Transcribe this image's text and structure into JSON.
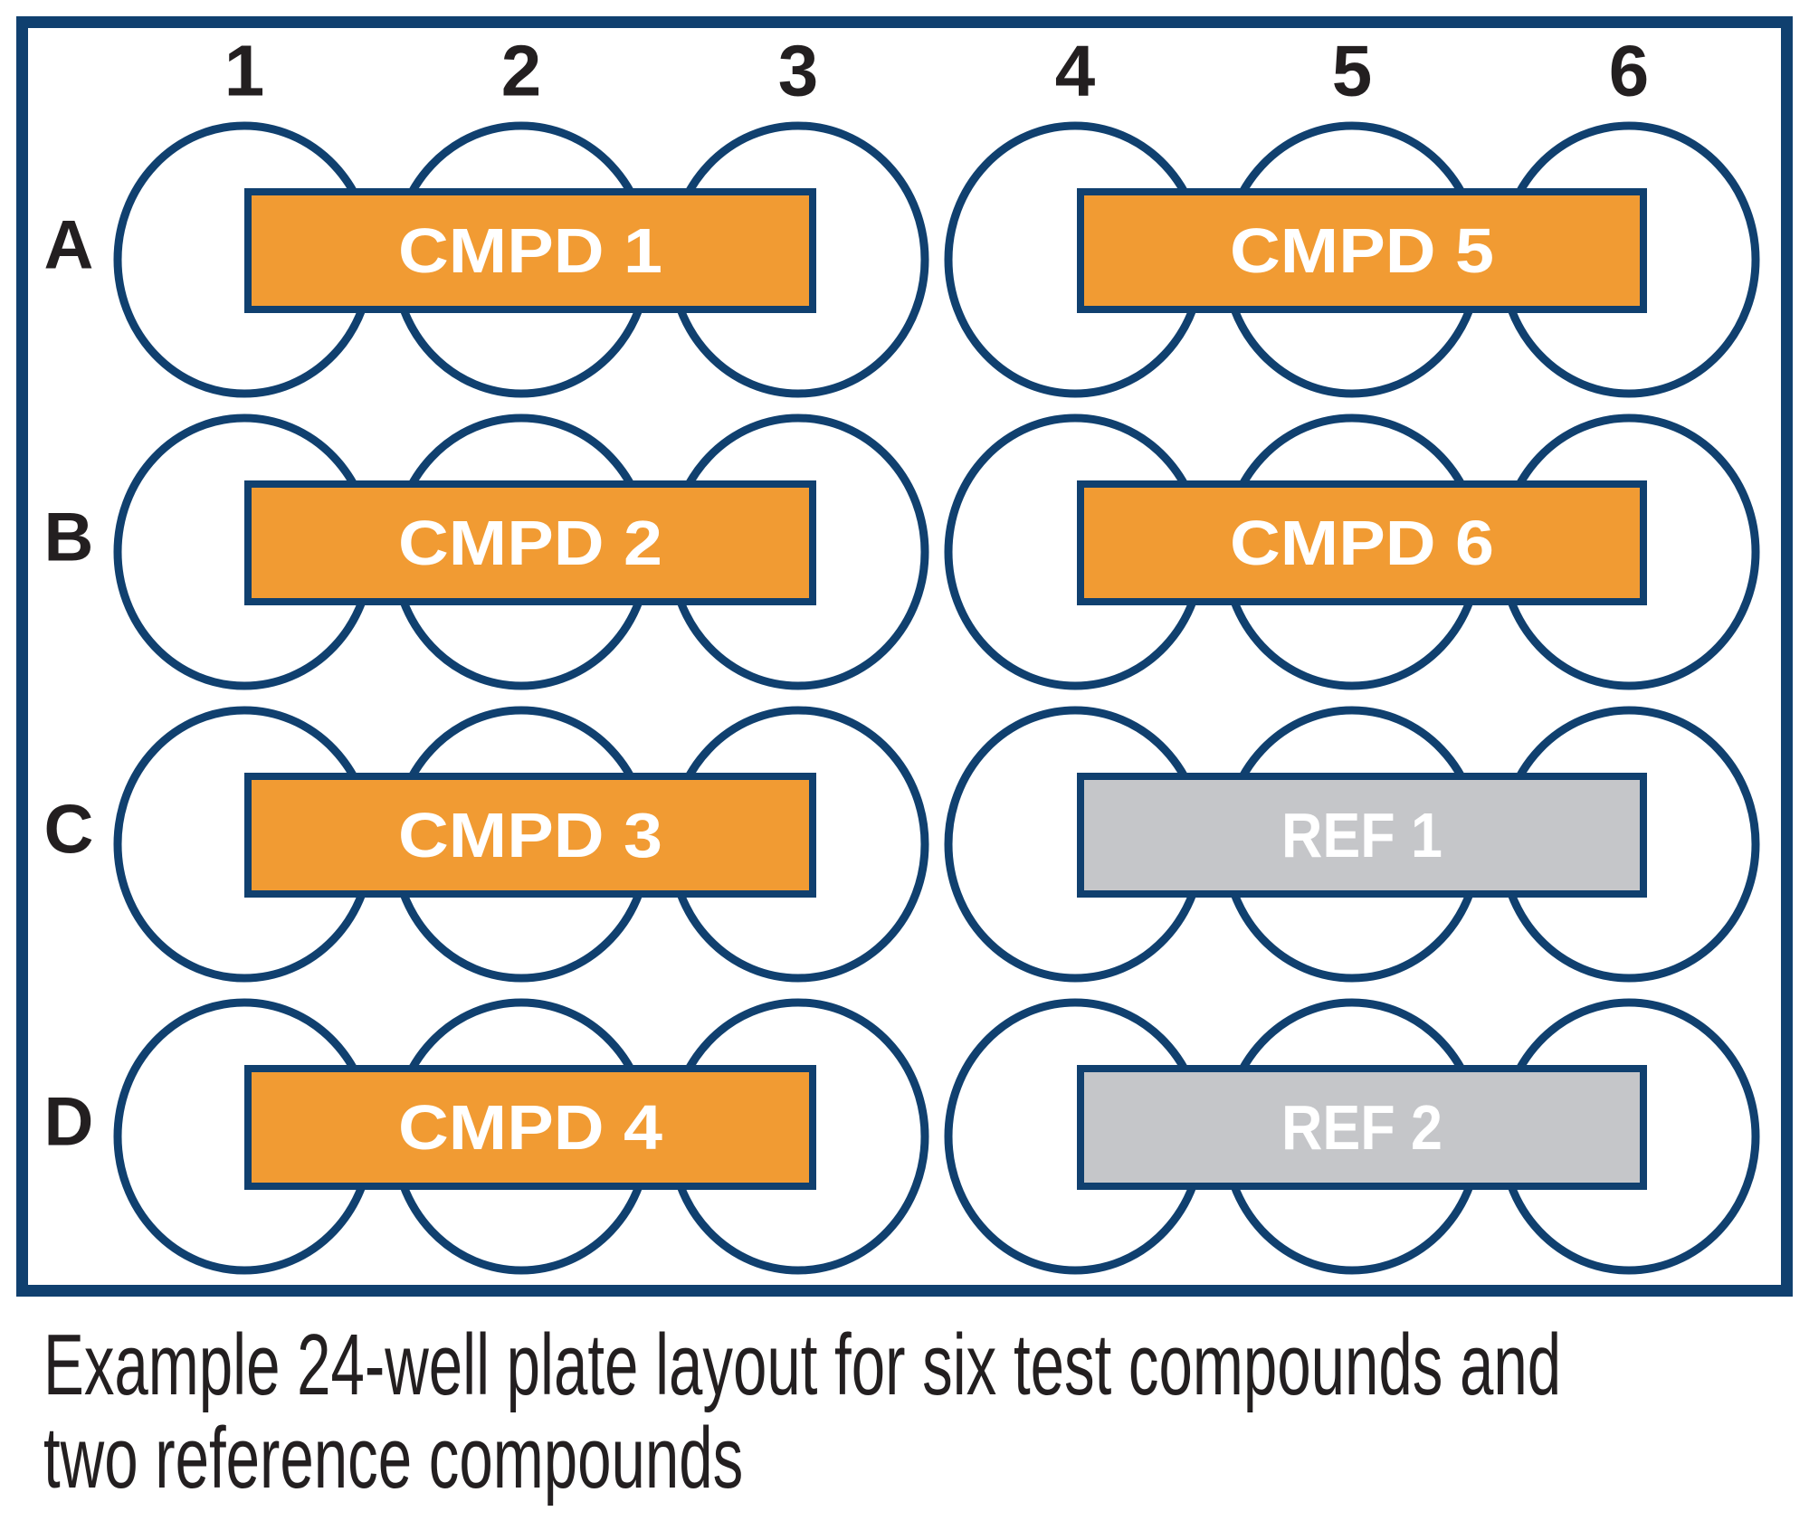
{
  "plate": {
    "column_labels": [
      "1",
      "2",
      "3",
      "4",
      "5",
      "6"
    ],
    "row_labels": [
      "A",
      "B",
      "C",
      "D"
    ],
    "well_count": 24,
    "bars": [
      {
        "row": "A",
        "wells": "1-3",
        "label": "CMPD 1",
        "kind": "test"
      },
      {
        "row": "A",
        "wells": "4-6",
        "label": "CMPD 5",
        "kind": "test"
      },
      {
        "row": "B",
        "wells": "1-3",
        "label": "CMPD 2",
        "kind": "test"
      },
      {
        "row": "B",
        "wells": "4-6",
        "label": "CMPD 6",
        "kind": "test"
      },
      {
        "row": "C",
        "wells": "1-3",
        "label": "CMPD 3",
        "kind": "test"
      },
      {
        "row": "C",
        "wells": "4-6",
        "label": "REF 1",
        "kind": "reference"
      },
      {
        "row": "D",
        "wells": "1-3",
        "label": "CMPD 4",
        "kind": "test"
      },
      {
        "row": "D",
        "wells": "4-6",
        "label": "REF 2",
        "kind": "reference"
      }
    ]
  },
  "caption": "Example 24-well plate layout for six test compounds and\ntwo reference compounds",
  "colors": {
    "navy_outline": "#10406F",
    "test_compound_orange": "#F19B33",
    "reference_gray": "#C5C6C9",
    "bar_text_white": "#FFFFFF",
    "label_black": "#231F20",
    "plate_fill_white": "#FFFFFF"
  }
}
